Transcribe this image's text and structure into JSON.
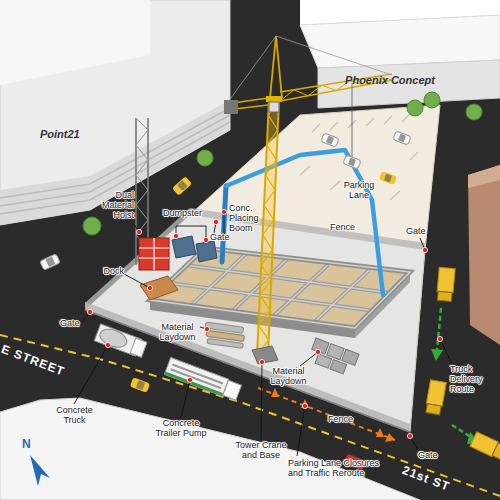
{
  "diagram": {
    "labels": [
      "Point21",
      "Phoenix Concept",
      "Parking Lane",
      "Dual Material Hoist",
      "Dumpster",
      "Gate",
      "Conc. Placing Boom",
      "Fence",
      "Gate",
      "Dock",
      "Gate",
      "Material Laydown",
      "E STREET",
      "Concrete Truck",
      "Concrete Trailer Pump",
      "Tower Crane and Base",
      "Material Laydown",
      "Truck Delivery Route",
      "Fence",
      "Gate",
      "Parking Lane Closures and Traffic Reroute",
      "21st ST",
      "N"
    ]
  }
}
